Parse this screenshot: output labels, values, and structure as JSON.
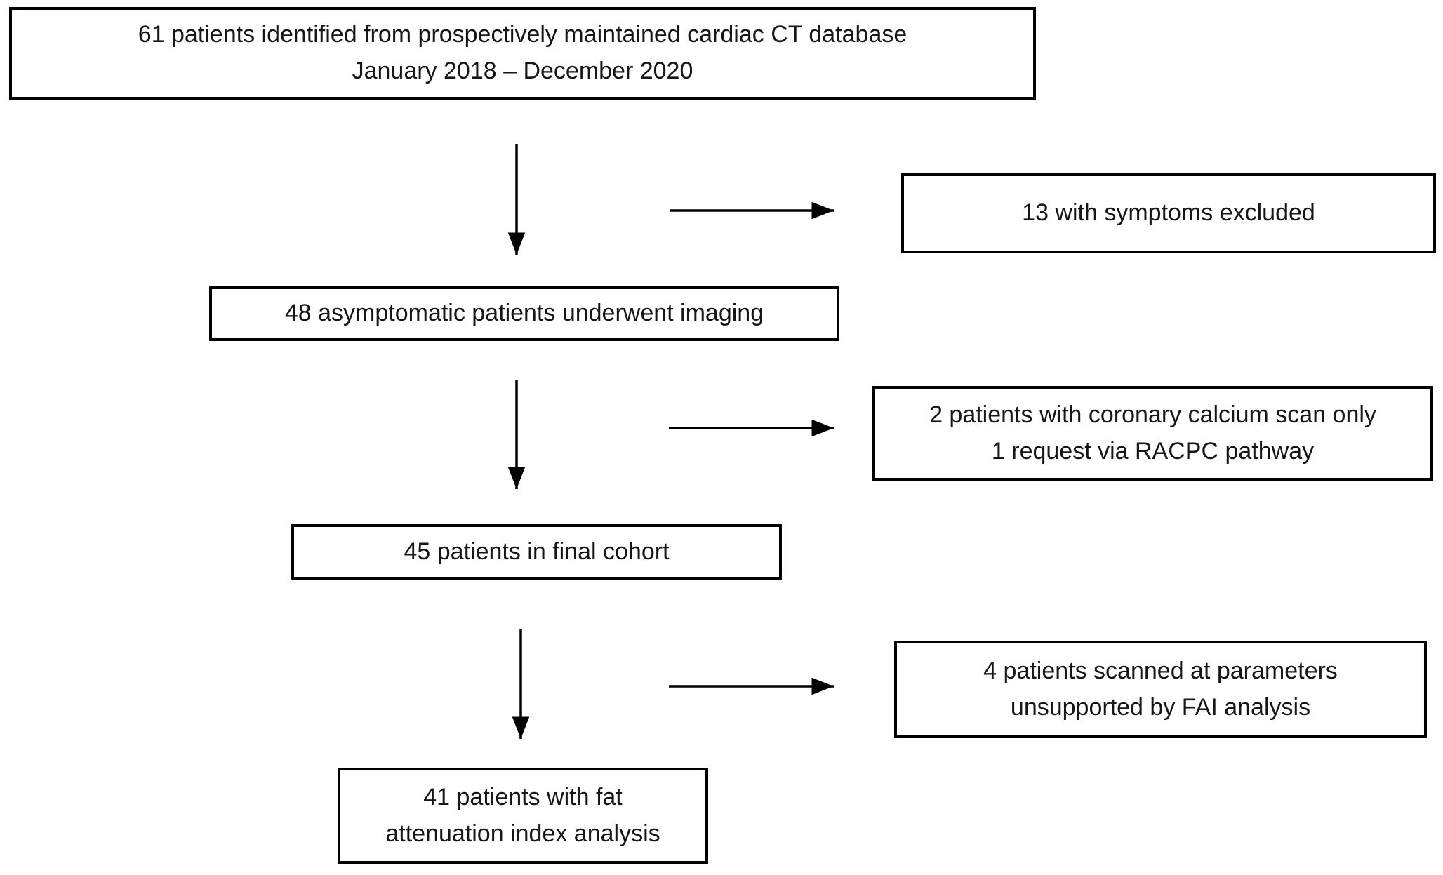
{
  "diagram": {
    "type": "flowchart",
    "colors": {
      "background": "#ffffff",
      "box_border": "#000000",
      "text": "#161616",
      "arrow": "#000000"
    },
    "nodes": {
      "identified": {
        "lines": [
          "61 patients identified from prospectively maintained cardiac CT database",
          "January 2018 – December 2020"
        ]
      },
      "excluded_symptoms": {
        "lines": [
          "13 with symptoms excluded"
        ]
      },
      "asymptomatic": {
        "lines": [
          "48 asymptomatic patients underwent imaging"
        ]
      },
      "excluded_calcium": {
        "lines": [
          "2 patients with coronary calcium scan only",
          "1 request via RACPC pathway"
        ]
      },
      "final_cohort": {
        "lines": [
          "45 patients in final cohort"
        ]
      },
      "excluded_fai": {
        "lines": [
          "4 patients scanned at parameters",
          "unsupported by FAI analysis"
        ]
      },
      "fai_analysis": {
        "lines": [
          "41 patients with fat",
          "attenuation index analysis"
        ]
      }
    }
  }
}
